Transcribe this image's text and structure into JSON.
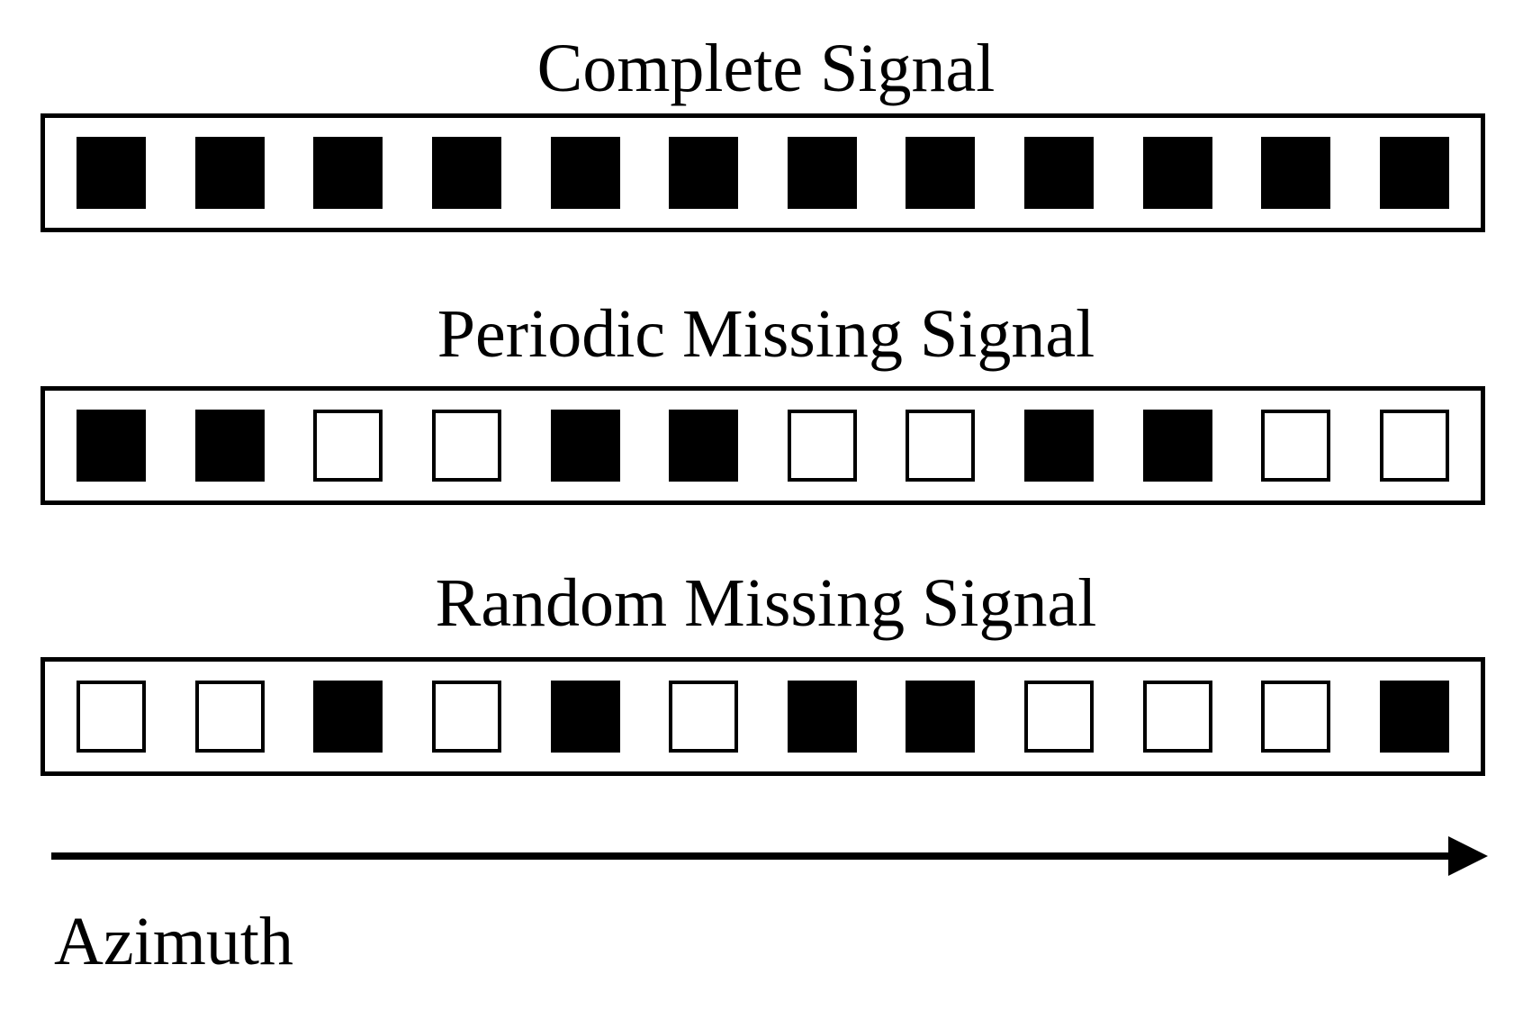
{
  "figure": {
    "colors": {
      "background": "#ffffff",
      "ink": "#000000",
      "filled_square": "#000000",
      "empty_square": "#ffffff"
    },
    "samples_per_row": 12,
    "rows": [
      {
        "title": "Complete Signal",
        "pattern": [
          1,
          1,
          1,
          1,
          1,
          1,
          1,
          1,
          1,
          1,
          1,
          1
        ]
      },
      {
        "title": "Periodic Missing Signal",
        "pattern": [
          1,
          1,
          0,
          0,
          1,
          1,
          0,
          0,
          1,
          1,
          0,
          0
        ]
      },
      {
        "title": "Random Missing Signal",
        "pattern": [
          0,
          0,
          1,
          0,
          1,
          0,
          1,
          1,
          0,
          0,
          0,
          1
        ]
      }
    ],
    "axis": {
      "label": "Azimuth",
      "direction": "right"
    }
  }
}
